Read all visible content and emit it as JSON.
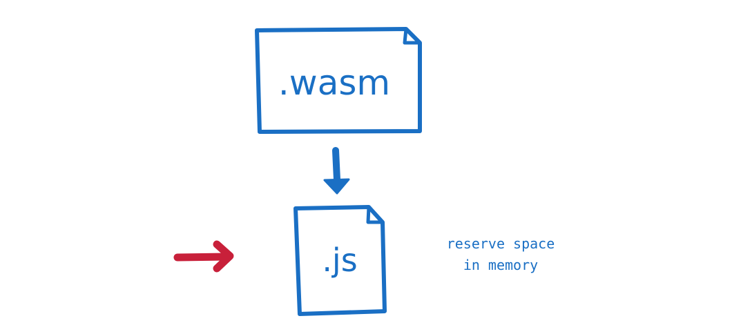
{
  "diagram": {
    "wasm_file": {
      "label": ".wasm"
    },
    "js_file": {
      "label": ".js"
    },
    "note": {
      "line1": "reserve space",
      "line2": "in memory"
    },
    "colors": {
      "primary": "#1a6fc4",
      "pointer": "#c8203a",
      "background": "#ffffff"
    }
  }
}
